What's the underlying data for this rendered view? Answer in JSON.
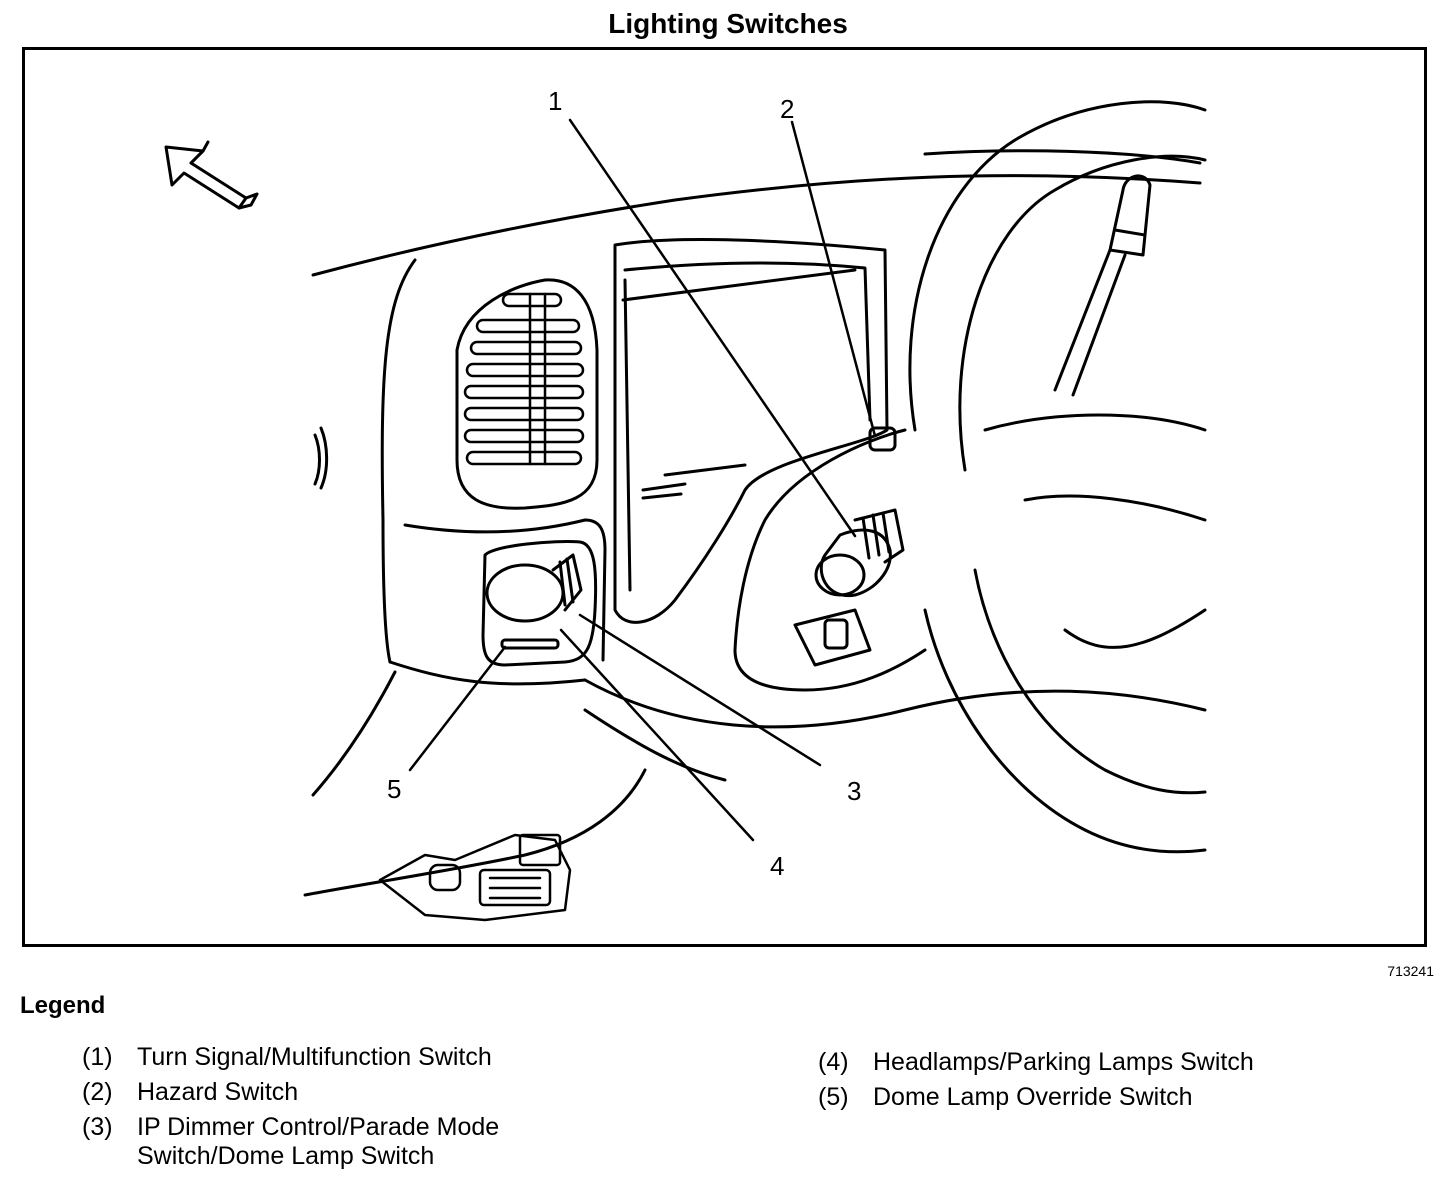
{
  "title": "Lighting Switches",
  "figure_id": "713241",
  "callouts": [
    "1",
    "2",
    "3",
    "4",
    "5"
  ],
  "legend": {
    "heading": "Legend",
    "items": [
      {
        "num": "(1)",
        "text": "Turn Signal/Multifunction Switch"
      },
      {
        "num": "(2)",
        "text": "Hazard Switch"
      },
      {
        "num": "(3)",
        "text": "IP Dimmer Control/Parade Mode Switch/Dome Lamp Switch"
      },
      {
        "num": "(4)",
        "text": "Headlamps/Parking Lamps Switch"
      },
      {
        "num": "(5)",
        "text": "Dome Lamp Override Switch"
      }
    ]
  }
}
